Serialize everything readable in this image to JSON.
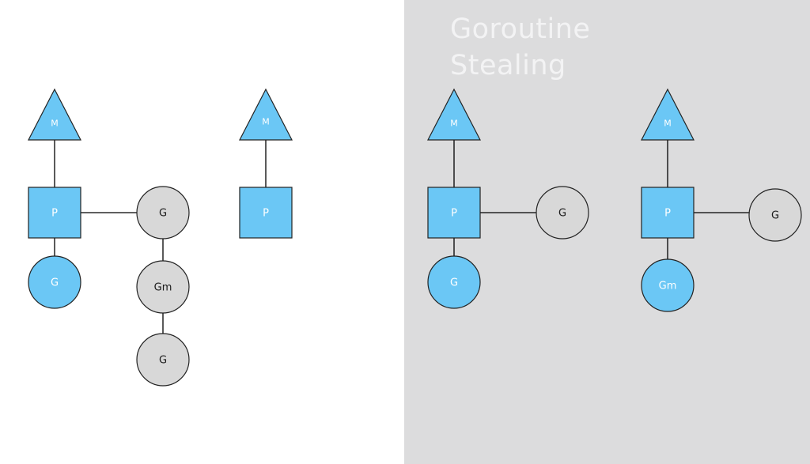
{
  "title": {
    "line1": "Goroutine",
    "line2": "Stealing"
  },
  "colors": {
    "background": "#ffffff",
    "panel": "#dcdcdd",
    "title_text": "#f3f3f4",
    "blue": "#6bc7f5",
    "gray": "#d8d8d8"
  },
  "nodes": {
    "left_m1": "M",
    "left_p1": "P",
    "left_g1": "G",
    "left_queue_g1": "G",
    "left_queue_gm": "Gm",
    "left_queue_g2": "G",
    "left_m2": "M",
    "left_p2": "P",
    "right_m1": "M",
    "right_p1": "P",
    "right_g1": "G",
    "right_queue_g1": "G",
    "right_m2": "M",
    "right_p2": "P",
    "right_gm": "Gm",
    "right_queue_g2": "G"
  }
}
